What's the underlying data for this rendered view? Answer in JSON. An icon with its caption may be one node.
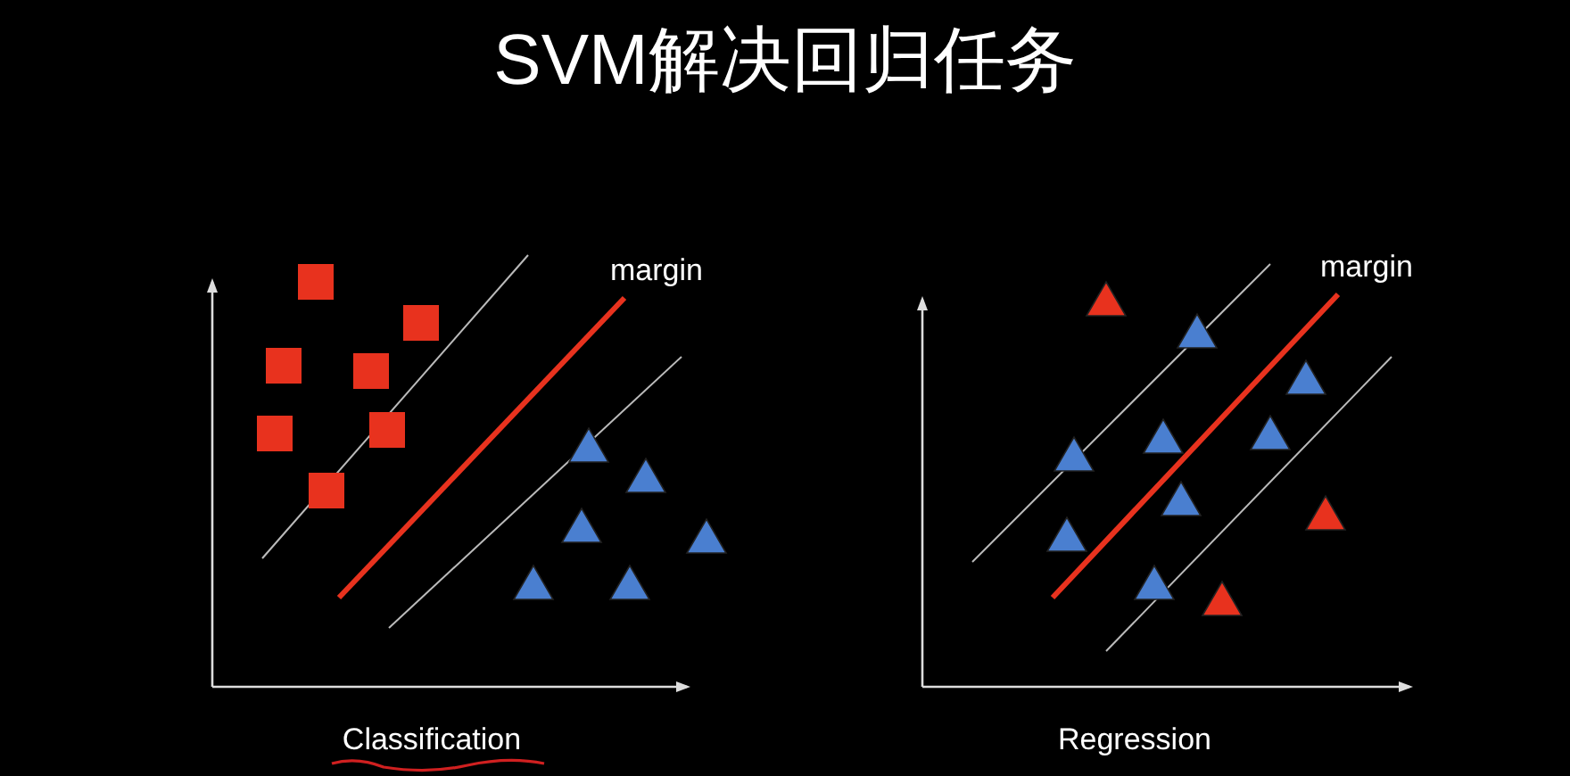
{
  "diagram": {
    "title": "SVM解决回归任务",
    "labels": [
      "margin",
      "margin",
      "Classification",
      "Regression"
    ]
  }
}
